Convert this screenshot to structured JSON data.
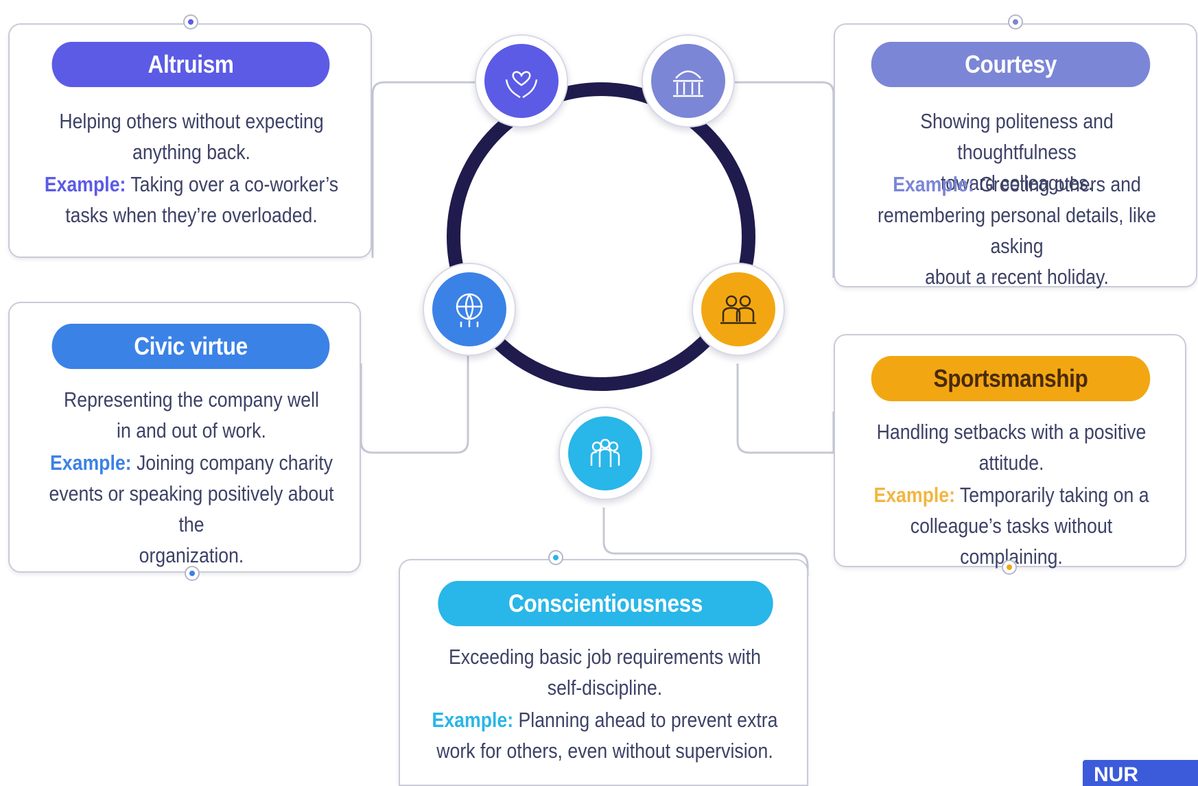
{
  "colors": {
    "altruism": "#5b5be6",
    "courtesy": "#7b86d6",
    "civic_virtue": "#3b82e6",
    "sportsmanship": "#f2a712",
    "conscientiousness": "#29b6e8",
    "ring": "#1f1b4d",
    "connector": "#c6c8d6"
  },
  "cards": {
    "altruism": {
      "title": "Altruism",
      "desc1": "Helping others without expecting",
      "desc2": "anything back.",
      "ex_label": "Example:",
      "ex1": " Taking over a co-worker’s",
      "ex2": "tasks when they’re overloaded.",
      "icon": "heart-in-hands-icon"
    },
    "courtesy": {
      "title": "Courtesy",
      "desc1": "Showing politeness and thoughtfulness",
      "desc2": "toward colleagues.",
      "ex_label": "Example:",
      "ex1": " Greeting others and",
      "ex2": "remembering personal details, like asking",
      "ex3": "about a recent holiday.",
      "icon": "handshake-people-icon"
    },
    "civic_virtue": {
      "title": "Civic virtue",
      "desc1": "Representing the company well",
      "desc2": "in and out of work.",
      "ex_label": "Example:",
      "ex1": " Joining company charity",
      "ex2": "events or speaking positively about the",
      "ex3": "organization.",
      "icon": "globe-people-icon"
    },
    "sportsmanship": {
      "title": "Sportsmanship",
      "desc1": "Handling setbacks with a positive",
      "desc2": "attitude.",
      "ex_label": "Example:",
      "ex1": " Temporarily taking on a",
      "ex2": "colleague’s tasks without complaining.",
      "icon": "team-people-icon"
    },
    "conscientiousness": {
      "title": "Conscientiousness",
      "desc1": "Exceeding basic job requirements with",
      "desc2": "self-discipline.",
      "ex_label": "Example:",
      "ex1": " Planning ahead to prevent extra",
      "ex2": "work for others, even without supervision.",
      "icon": "group-people-icon"
    }
  },
  "logo": {
    "text": "NUR"
  }
}
